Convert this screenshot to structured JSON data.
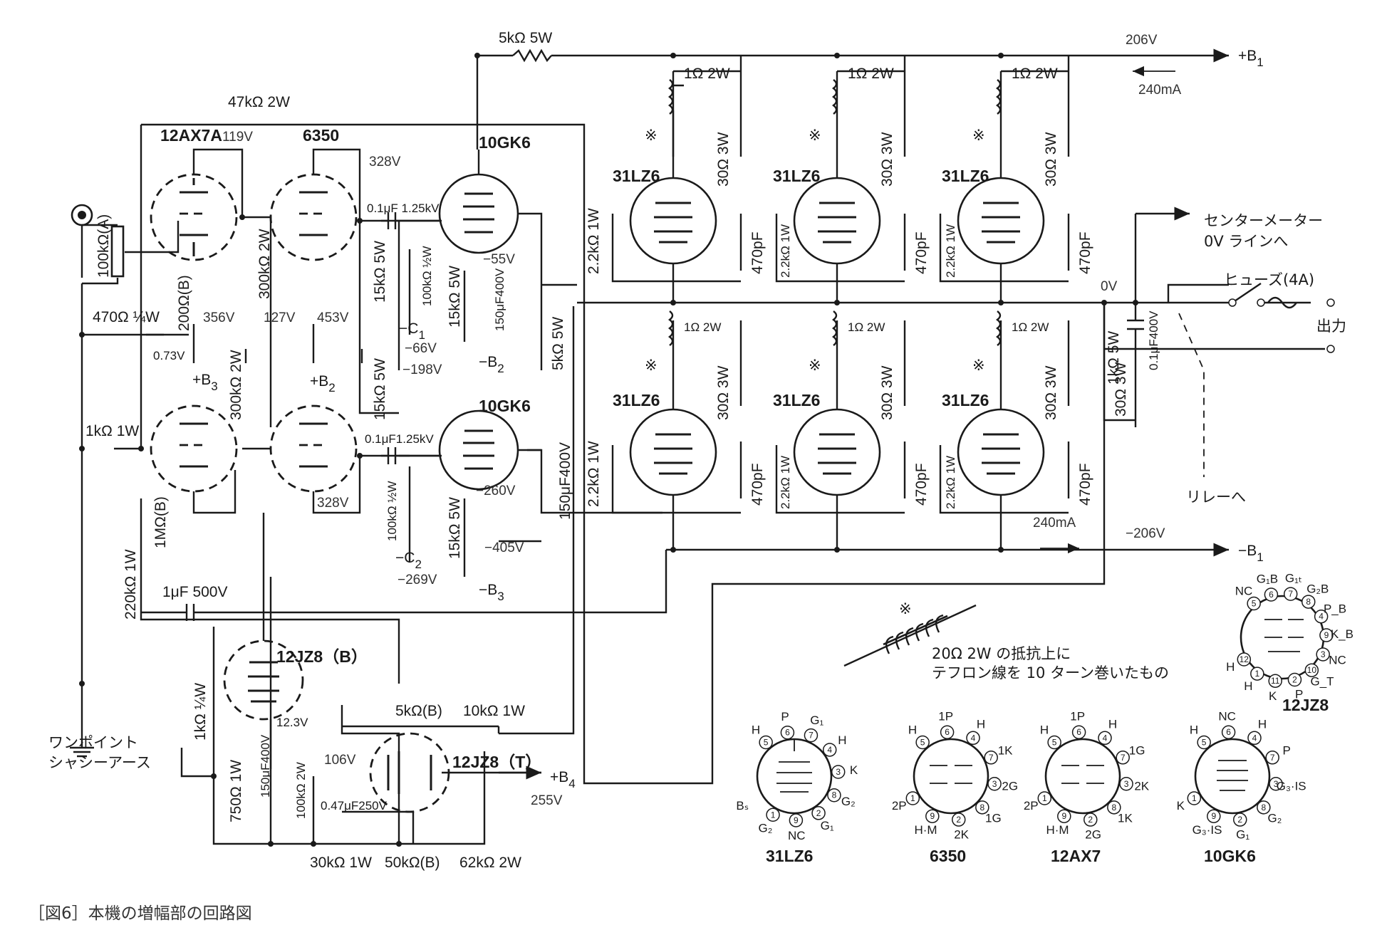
{
  "caption": "［図6］本機の増幅部の回路図",
  "tubes": {
    "v1": "12AX7A",
    "v2": "6350",
    "d_upper": "10GK6",
    "d_lower": "10GK6",
    "out": [
      "31LZ6",
      "31LZ6",
      "31LZ6",
      "31LZ6",
      "31LZ6",
      "31LZ6"
    ],
    "inv_b": "12JZ8（B）",
    "inv_t": "12JZ8（T）"
  },
  "components": {
    "vr_in": "100kΩ(A)",
    "r_fb": "47kΩ 2W",
    "r_5k": "5kΩ 5W",
    "r_470": "470Ω ¼W",
    "vr_200": "200Ω(B)",
    "r_1k1w": "1kΩ 1W",
    "vr_1m": "1MΩ(B)",
    "r_220k": "220kΩ 1W",
    "c_1u": "1μF 500V",
    "r_300k_a": "300kΩ 2W",
    "r_300k_b": "300kΩ 2W",
    "r_15k_a": "15kΩ 5W",
    "r_15k_b": "15kΩ 5W",
    "c_01_a": "0.1μF 1.25kV",
    "c_01_b": "0.1μF1.25kV",
    "r_100k_a": "100kΩ ½W",
    "r_100k_b": "100kΩ ½W",
    "r_15k5w_a": "15kΩ 5W",
    "r_15k5w_b": "15kΩ 5W",
    "c_150u_a": "150μF400V",
    "c_150u_b": "150μF400V",
    "r_5k5w": "5kΩ 5W",
    "r_1ohm": "1Ω 2W",
    "r_30ohm": "30Ω 3W",
    "c_470p": "470pF",
    "r_2k2": "2.2kΩ 1W",
    "r_1k5w": "1kΩ 5W",
    "r_30_out": "30Ω 3W",
    "c_out": "0.1μF400V",
    "r_1k_q": "1kΩ ¼W",
    "r_750": "750Ω 1W",
    "c_150u_c": "150μF400V",
    "r_100k2w": "100kΩ 2W",
    "c_047": "0.47μF250V",
    "vr_5k": "5kΩ(B)",
    "r_10k": "10kΩ 1W",
    "r_30k": "30kΩ 1W",
    "vr_50k": "50kΩ(B)",
    "r_62k": "62kΩ 2W"
  },
  "voltages": {
    "v_119": "119V",
    "v_328a": "328V",
    "v_356": "356V",
    "v_127": "127V",
    "v_453": "453V",
    "v_073": "0.73V",
    "v_328b": "328V",
    "v_55": "−55V",
    "v_66": "−66V",
    "v_198": "−198V",
    "v_260": "−260V",
    "v_405": "−405V",
    "v_269": "−269V",
    "v_206": "206V",
    "v_m206": "−206V",
    "v_0": "0V",
    "v_106": "106V",
    "v_123": "12.3V",
    "v_255": "255V",
    "i_240a": "240mA",
    "i_240b": "240mA"
  },
  "nodes": {
    "b1p": "+B",
    "b1m": "−B",
    "b2p": "+B",
    "b2m": "−B",
    "b3p": "+B",
    "b3m": "−B",
    "b4p": "+B",
    "c1": "−C",
    "c2": "−C",
    "sub1": "1",
    "sub2": "2",
    "sub3": "3",
    "sub4": "4"
  },
  "notes": {
    "mark": "※",
    "center_meter_1": "センターメーター",
    "center_meter_2": "0V ラインへ",
    "fuse": "ヒューズ(4A)",
    "output": "出力",
    "relay": "リレーへ",
    "ground_1": "ワンポイント",
    "ground_2": "シャシーアース",
    "coil_1": "20Ω 2W の抵抗上に",
    "coil_2": "テフロン線を 10 ターン巻いたもの"
  },
  "pinouts": [
    {
      "tube": "31LZ6",
      "pins": [
        {
          "n": "5",
          "l": "H"
        },
        {
          "n": "6",
          "l": "P"
        },
        {
          "n": "7",
          "l": "G₁"
        },
        {
          "n": "4",
          "l": "H"
        },
        {
          "n": "3",
          "l": "K"
        },
        {
          "n": "8",
          "l": "G₂"
        },
        {
          "n": "2",
          "l": "G₁"
        },
        {
          "n": "9",
          "l": "NC"
        },
        {
          "n": "1",
          "l": "G₂"
        },
        {
          "n": "",
          "l": "Bₛ"
        }
      ]
    },
    {
      "tube": "6350",
      "pins": [
        {
          "n": "5",
          "l": "H"
        },
        {
          "n": "6",
          "l": "1P"
        },
        {
          "n": "4",
          "l": "H"
        },
        {
          "n": "7",
          "l": "1K"
        },
        {
          "n": "3",
          "l": "2G"
        },
        {
          "n": "8",
          "l": "1G"
        },
        {
          "n": "2",
          "l": "2K"
        },
        {
          "n": "9",
          "l": "H·M"
        },
        {
          "n": "1",
          "l": "2P"
        }
      ]
    },
    {
      "tube": "12AX7",
      "pins": [
        {
          "n": "5",
          "l": "H"
        },
        {
          "n": "6",
          "l": "1P"
        },
        {
          "n": "4",
          "l": "H"
        },
        {
          "n": "7",
          "l": "1G"
        },
        {
          "n": "3",
          "l": "2K"
        },
        {
          "n": "8",
          "l": "1K"
        },
        {
          "n": "2",
          "l": "2G"
        },
        {
          "n": "9",
          "l": "H·M"
        },
        {
          "n": "1",
          "l": "2P"
        }
      ]
    },
    {
      "tube": "10GK6",
      "pins": [
        {
          "n": "5",
          "l": "H"
        },
        {
          "n": "6",
          "l": "NC"
        },
        {
          "n": "4",
          "l": "H"
        },
        {
          "n": "7",
          "l": "P"
        },
        {
          "n": "3",
          "l": "G₃·IS"
        },
        {
          "n": "8",
          "l": "G₂"
        },
        {
          "n": "2",
          "l": "G₁"
        },
        {
          "n": "9",
          "l": "G₃·IS"
        },
        {
          "n": "1",
          "l": "K"
        }
      ]
    },
    {
      "tube": "12JZ8",
      "pins": [
        {
          "n": "5",
          "l": "NC"
        },
        {
          "n": "6",
          "l": "G₁B"
        },
        {
          "n": "7",
          "l": "G₁ₜ"
        },
        {
          "n": "8",
          "l": "G₂B"
        },
        {
          "n": "4",
          "l": "P_B"
        },
        {
          "n": "9",
          "l": "K_B"
        },
        {
          "n": "3",
          "l": "NC"
        },
        {
          "n": "10",
          "l": "G_T"
        },
        {
          "n": "2",
          "l": "P"
        },
        {
          "n": "11",
          "l": "K"
        },
        {
          "n": "1",
          "l": "H"
        },
        {
          "n": "12",
          "l": "H"
        }
      ]
    }
  ]
}
